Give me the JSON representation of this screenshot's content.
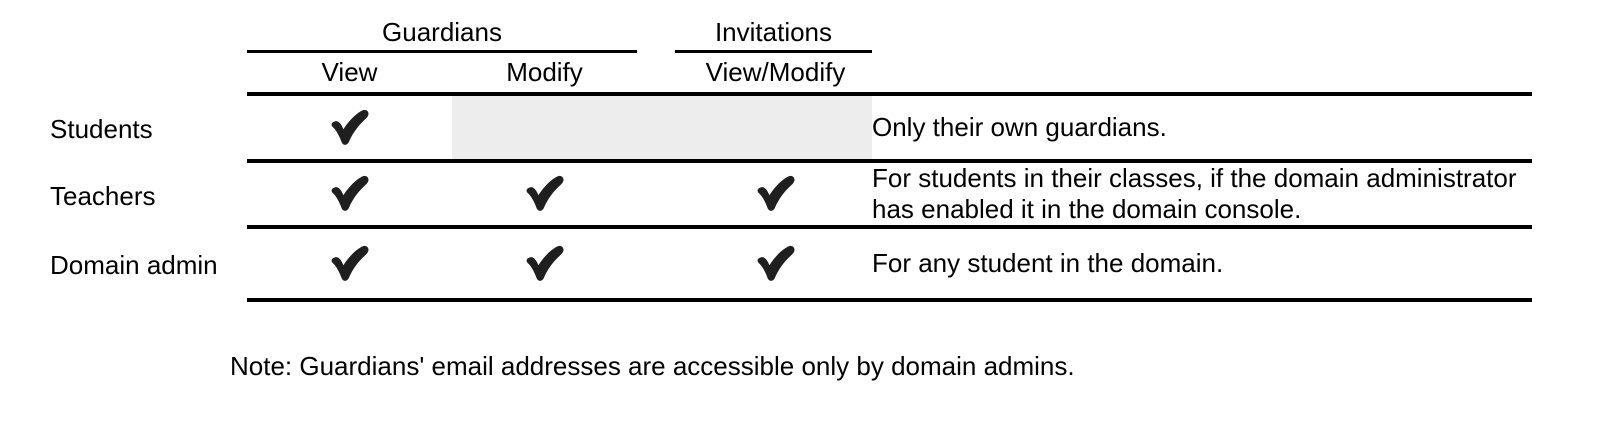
{
  "table": {
    "groups": [
      {
        "label": "Guardians"
      },
      {
        "label": "Invitations"
      }
    ],
    "columns": [
      {
        "label": "View"
      },
      {
        "label": "Modify"
      },
      {
        "label": "View/Modify"
      }
    ],
    "rows": [
      {
        "role": "Students",
        "permissions": {
          "view": "checked",
          "modify": "not-applicable",
          "view_modify": "not-applicable"
        },
        "note": "Only their own guardians."
      },
      {
        "role": "Teachers",
        "permissions": {
          "view": "checked",
          "modify": "checked",
          "view_modify": "checked"
        },
        "note": "For students in their classes, if the domain administrator has enabled it in the domain console."
      },
      {
        "role": "Domain admin",
        "permissions": {
          "view": "checked",
          "modify": "checked",
          "view_modify": "checked"
        },
        "note": "For any student in the domain."
      }
    ],
    "footnote": "Note: Guardians' email addresses are accessible only by domain admins."
  },
  "icons": {
    "check": "heavy-check-mark"
  },
  "colors": {
    "text": "#000000",
    "line": "#000000",
    "shaded_cell": "#ededed",
    "background": "#ffffff",
    "check": "#1f1f1f"
  }
}
